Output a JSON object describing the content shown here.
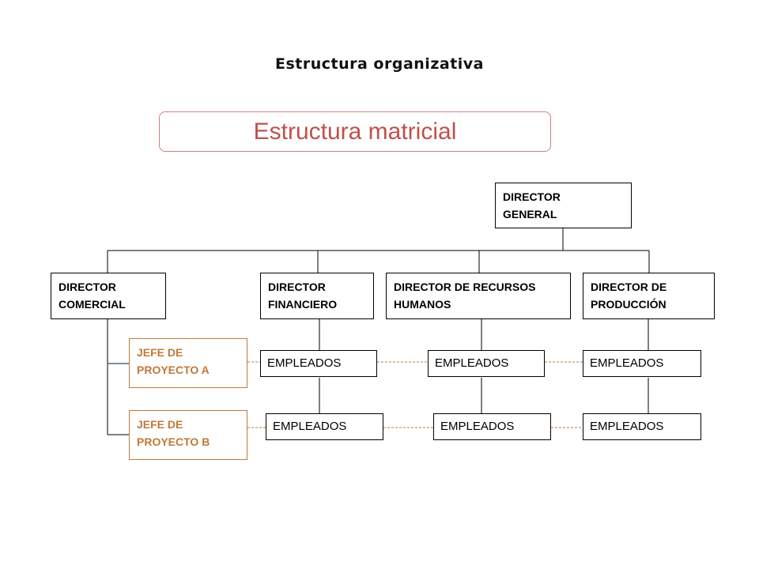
{
  "title": "Estructura organizativa",
  "banner": "Estructura matricial",
  "nodes": {
    "director_general": [
      "DIRECTOR",
      "GENERAL"
    ],
    "director_comercial": [
      "DIRECTOR",
      "COMERCIAL"
    ],
    "director_financiero": [
      "DIRECTOR",
      "FINANCIERO"
    ],
    "director_rrhh": [
      "DIRECTOR DE RECURSOS",
      "HUMANOS"
    ],
    "director_produccion": [
      "DIRECTOR DE",
      "PRODUCCIÓN"
    ],
    "jefe_proyecto_a": [
      "JEFE DE",
      "PROYECTO A"
    ],
    "jefe_proyecto_b": [
      "JEFE DE",
      "PROYECTO B"
    ]
  },
  "employees": {
    "row_a": [
      "EMPLEADOS",
      "EMPLEADOS",
      "EMPLEADOS"
    ],
    "row_b": [
      "EMPLEADOS",
      "EMPLEADOS",
      "EMPLEADOS"
    ]
  },
  "colors": {
    "banner_text": "#c0504d",
    "banner_border": "#d08080",
    "project_lead": "#c0793a",
    "project_line": "#c0793a",
    "hierarchy_line": "#000000",
    "connector_a": "#4f6b85"
  }
}
